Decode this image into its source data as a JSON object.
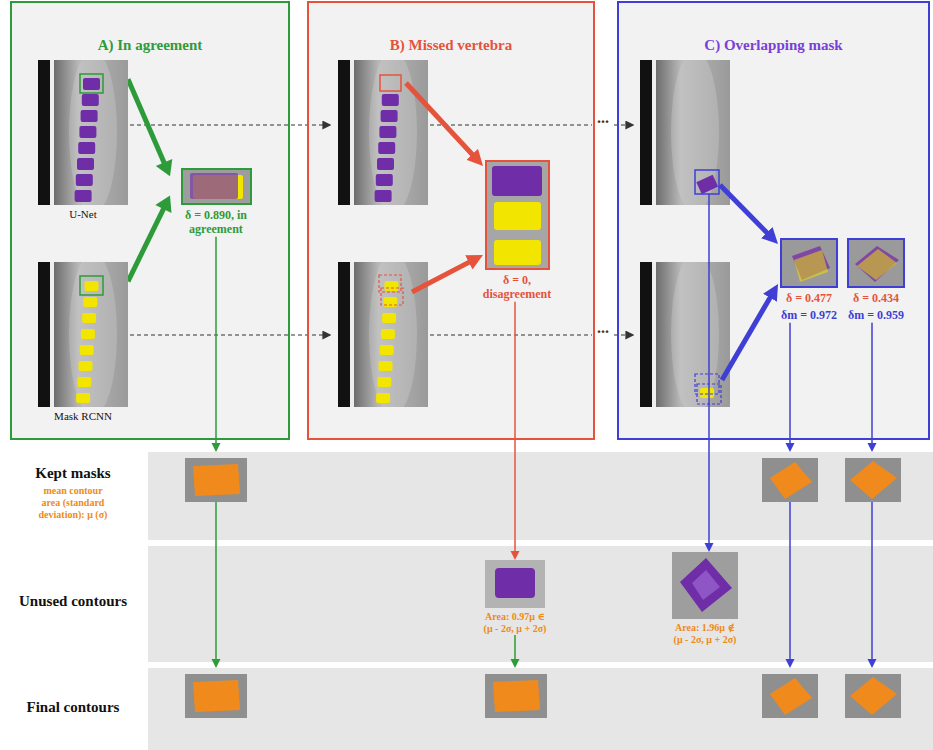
{
  "diagram": {
    "nodes": [
      {
        "text": [
          "A) In agreement"
        ]
      },
      {
        "text": [
          "U-Net"
        ],
        "in": 0
      },
      {
        "text": [
          "Mask RCNN"
        ],
        "in": 0
      },
      {
        "text": [
          "δ = 0.890, in agreement"
        ],
        "in": 0
      },
      {
        "text": [
          "B) Missed vertebra"
        ]
      },
      {
        "text": [
          "δ = 0, disagreement"
        ],
        "in": 4
      },
      {
        "text": [
          "C) Overlapping mask"
        ]
      },
      {
        "text": [
          "δ = 0.477",
          "δm = 0.972"
        ],
        "in": 6
      },
      {
        "text": [
          "δ = 0.434",
          "δm = 0.959"
        ],
        "in": 6
      },
      {
        "text": [
          "Kept masks",
          "mean contour area (standard deviation): μ (σ)"
        ]
      },
      {
        "text": [
          "Unused contours"
        ]
      },
      {
        "text": [
          "Area: 0.97μ ∈ (μ - 2σ, μ + 2σ)"
        ],
        "in": 10
      },
      {
        "text": [
          "Area: 1.96μ ∉ (μ - 2σ, μ + 2σ)"
        ],
        "in": 10
      },
      {
        "text": [
          "Final contours"
        ]
      }
    ],
    "edges": [
      {
        "from": 1,
        "to": 3,
        "arrow": "to"
      },
      {
        "from": 2,
        "to": 3,
        "arrow": "to"
      },
      {
        "from": 3,
        "to": 9,
        "arrow": "to"
      },
      {
        "from": 5,
        "to": 11,
        "arrow": "to"
      },
      {
        "from": 6,
        "to": 12,
        "arrow": "to"
      },
      {
        "from": 7,
        "to": 9,
        "arrow": "to"
      },
      {
        "from": 8,
        "to": 9,
        "arrow": "to"
      },
      {
        "from": 9,
        "to": 13,
        "arrow": "to"
      },
      {
        "from": 11,
        "to": 13,
        "arrow": "to"
      },
      {
        "from": 9,
        "to": 13,
        "arrow": "to"
      },
      {
        "from": 9,
        "to": 13,
        "arrow": "to"
      }
    ],
    "labels": [
      "...",
      "..."
    ]
  }
}
